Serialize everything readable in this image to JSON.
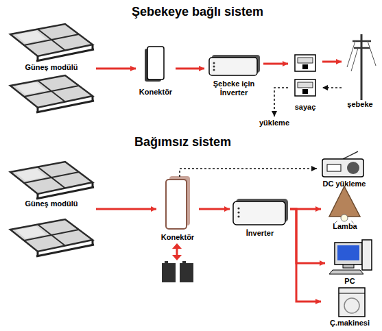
{
  "diagram": {
    "title": "Şebekeye bağlı sistem",
    "nodes": [
      {
        "text": [
          "Güneş modülü"
        ]
      },
      {
        "text": [
          "Konektör"
        ]
      },
      {
        "text": [
          "Şebeke için İnverter"
        ]
      },
      {
        "text": [
          "sayaç"
        ]
      },
      {
        "text": [
          "şebeke"
        ]
      },
      {
        "text": [
          "yükleme"
        ]
      },
      {
        "text": [
          "Güneş modülü"
        ]
      },
      {
        "text": [
          "Konektör"
        ]
      },
      {
        "text": [
          "İnverter"
        ]
      },
      {
        "text": [
          "DC yükleme"
        ]
      },
      {
        "text": [
          "Lamba"
        ]
      },
      {
        "text": [
          "PC"
        ]
      },
      {
        "text": [
          "Ç.makinesi"
        ]
      }
    ],
    "edges": [
      {
        "from": 0,
        "to": 1,
        "arrow": "to"
      },
      {
        "from": 1,
        "to": 2,
        "arrow": "to"
      },
      {
        "from": 2,
        "to": 3,
        "arrow": "to"
      },
      {
        "from": 3,
        "to": 4,
        "arrow": "to"
      },
      {
        "from": 4,
        "to": 3,
        "arrow": "to"
      },
      {
        "from": 3,
        "to": 5,
        "arrow": "to"
      },
      {
        "from": 6,
        "to": 7,
        "arrow": "to"
      },
      {
        "from": 7,
        "to": 9,
        "arrow": "to"
      },
      {
        "from": 7,
        "to": 8,
        "arrow": "to"
      },
      {
        "from": 8,
        "to": 10,
        "arrow": "to"
      },
      {
        "from": 8,
        "to": 11,
        "arrow": "to"
      },
      {
        "from": 8,
        "to": 12,
        "arrow": "to"
      }
    ],
    "labels": [
      "Bağımsız sistem"
    ]
  }
}
